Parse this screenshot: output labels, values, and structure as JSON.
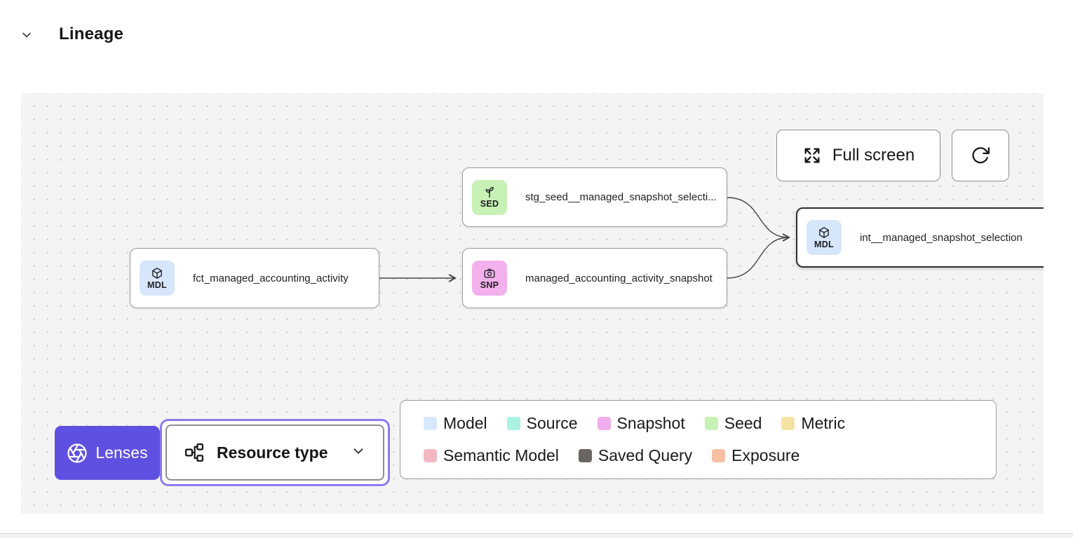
{
  "header": {
    "title": "Lineage"
  },
  "canvas": {
    "toolbar": {
      "full_screen": "Full screen"
    },
    "nodes": [
      {
        "badge": "SED",
        "type": "seed",
        "label": "stg_seed__managed_snapshot_selecti...",
        "badge_color": "#c7f1b5"
      },
      {
        "badge": "MDL",
        "type": "model",
        "label": "fct_managed_accounting_activity",
        "badge_color": "#d6e6fb"
      },
      {
        "badge": "SNP",
        "type": "snapshot",
        "label": "managed_accounting_activity_snapshot",
        "badge_color": "#f2b1ec"
      },
      {
        "badge": "MDL",
        "type": "model",
        "label": "int__managed_snapshot_selection",
        "badge_color": "#d6e6fb",
        "selected": true
      }
    ],
    "lenses": {
      "label": "Lenses",
      "color": "#6050e2"
    },
    "resource_type": {
      "label": "Resource type"
    },
    "legend": {
      "row1": [
        {
          "label": "Model",
          "color": "#d7e7fd"
        },
        {
          "label": "Source",
          "color": "#a9f2e2"
        },
        {
          "label": "Snapshot",
          "color": "#f1aeec"
        },
        {
          "label": "Seed",
          "color": "#c8f2b5"
        },
        {
          "label": "Metric",
          "color": "#f5e3a3"
        }
      ],
      "row2": [
        {
          "label": "Semantic Model",
          "color": "#f3b7c3"
        },
        {
          "label": "Saved Query",
          "color": "#6b6561"
        },
        {
          "label": "Exposure",
          "color": "#f6bfa4"
        }
      ]
    }
  }
}
